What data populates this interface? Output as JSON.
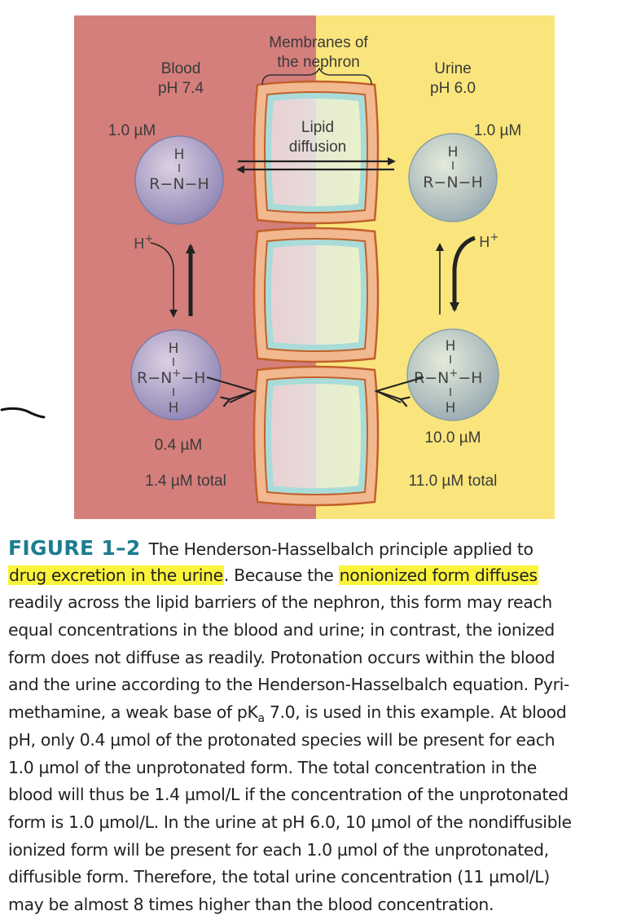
{
  "figure": {
    "colors": {
      "blood_bg": "#d47f7c",
      "urine_bg": "#fae57c",
      "membrane": "#f2b88f",
      "fig_accent": "#1c7d8f",
      "highlight": "#fbf43a"
    },
    "membranes_label_1": "Membranes of",
    "membranes_label_2": "the nephron",
    "lipid_label_1": "Lipid",
    "lipid_label_2": "diffusion",
    "blood": {
      "title": "Blood",
      "ph": "pH 7.4",
      "unionized_conc": "1.0 µM",
      "ionized_conc": "0.4 µM",
      "total": "1.4 µM total"
    },
    "urine": {
      "title": "Urine",
      "ph": "pH 6.0",
      "unionized_conc": "1.0 µM",
      "ionized_conc": "10.0 µM",
      "total": "11.0 µM total"
    },
    "chem": {
      "h": "H",
      "rnh": "R−N−H",
      "r_n": "R−N",
      "plus": "+",
      "n_h": "−H",
      "h_plus": "H",
      "plus_sup": "+"
    }
  },
  "caption": {
    "label": "FIGURE 1–2",
    "lines": [
      {
        "a": " The Henderson-Hasselbalch principle applied to"
      },
      {
        "hl1": "drug excretion in the urine",
        "b": ". Because the ",
        "hl2": "nonionized form diffuses"
      },
      {
        "a": "readily across the lipid barriers of the nephron, this form may reach"
      },
      {
        "a": "equal concentrations in the blood and urine; in contrast, the ionized"
      },
      {
        "a": "form does not diffuse as readily. Protonation occurs within the blood"
      },
      {
        "a": "and the urine according to the Henderson-Hasselbalch equation. Pyri-"
      },
      {
        "a": "methamine, a weak base of pK",
        "sub": "a",
        "b": " 7.0, is used in this example. At blood"
      },
      {
        "a": "pH, only 0.4 µmol of the protonated species will be present for each"
      },
      {
        "a": "1.0 µmol of the unprotonated form. The total concentration in the"
      },
      {
        "a": "blood will thus be 1.4 µmol/L if the concentration of the unprotonated"
      },
      {
        "a": "form is 1.0 µmol/L. In the urine at pH 6.0, 10 µmol of the nondiffusible"
      },
      {
        "a": "ionized form will be present for each 1.0 µmol of the unprotonated,"
      },
      {
        "a": "diffusible form. Therefore, the total urine concentration (11 µmol/L)"
      },
      {
        "a": "may be almost 8 times higher than the blood concentration."
      }
    ]
  }
}
